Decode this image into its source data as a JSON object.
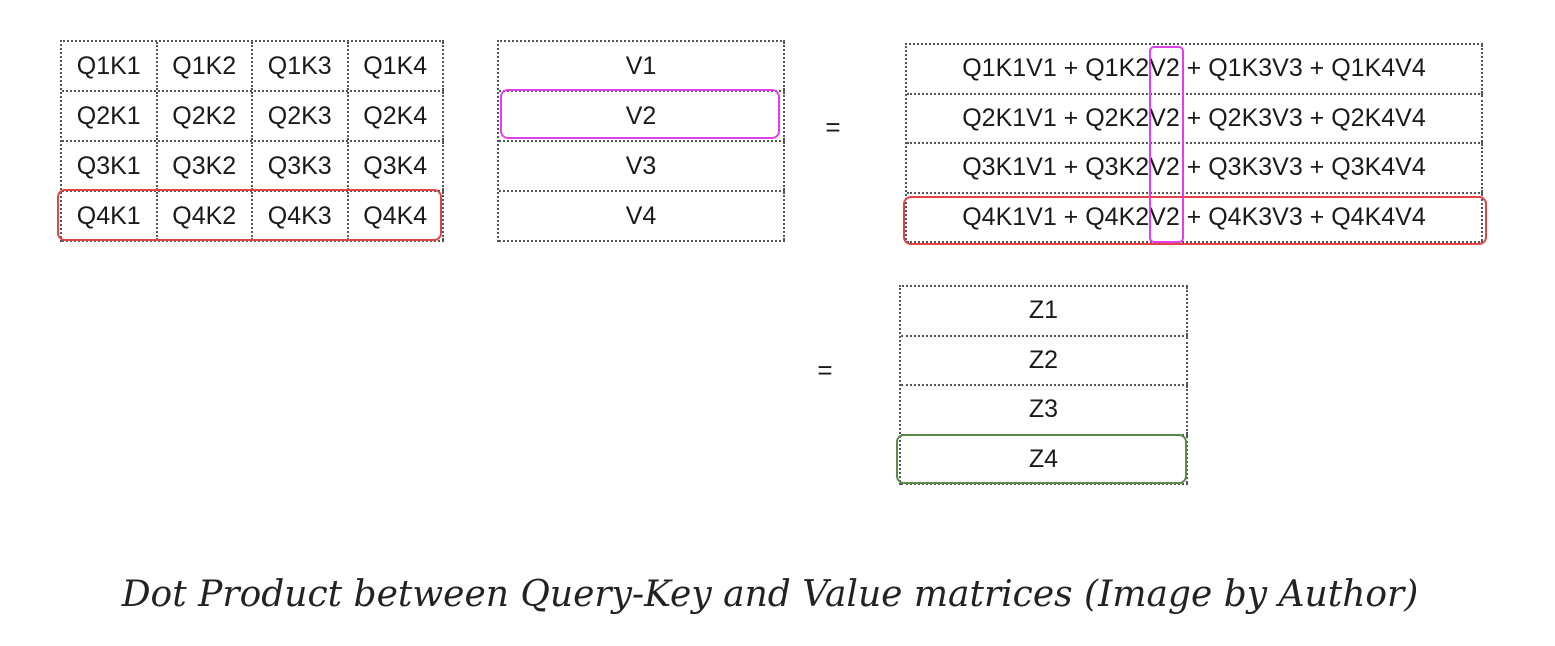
{
  "qk_matrix": {
    "rows": [
      [
        "Q1K1",
        "Q1K2",
        "Q1K3",
        "Q1K4"
      ],
      [
        "Q2K1",
        "Q2K2",
        "Q2K3",
        "Q2K4"
      ],
      [
        "Q3K1",
        "Q3K2",
        "Q3K3",
        "Q3K4"
      ],
      [
        "Q4K1",
        "Q4K2",
        "Q4K3",
        "Q4K4"
      ]
    ]
  },
  "v_matrix": {
    "rows": [
      "V1",
      "V2",
      "V3",
      "V4"
    ]
  },
  "equals_symbol": "=",
  "result_matrix": {
    "rows": [
      "Q1K1V1 + Q1K2V2 + Q1K3V3 + Q1K4V4",
      "Q2K1V1 + Q2K2V2 + Q2K3V3 + Q2K4V4",
      "Q3K1V1 + Q3K2V2 + Q3K3V3 + Q3K4V4",
      "Q4K1V1 + Q4K2V2 + Q4K3V3 + Q4K4V4"
    ]
  },
  "z_matrix": {
    "rows": [
      "Z1",
      "Z2",
      "Z3",
      "Z4"
    ]
  },
  "highlight_colors": {
    "row4": "#e04444",
    "v2": "#e040e8",
    "z4": "#5a8a4a"
  },
  "caption": "Dot Product between Query-Key and Value matrices (Image by Author)"
}
